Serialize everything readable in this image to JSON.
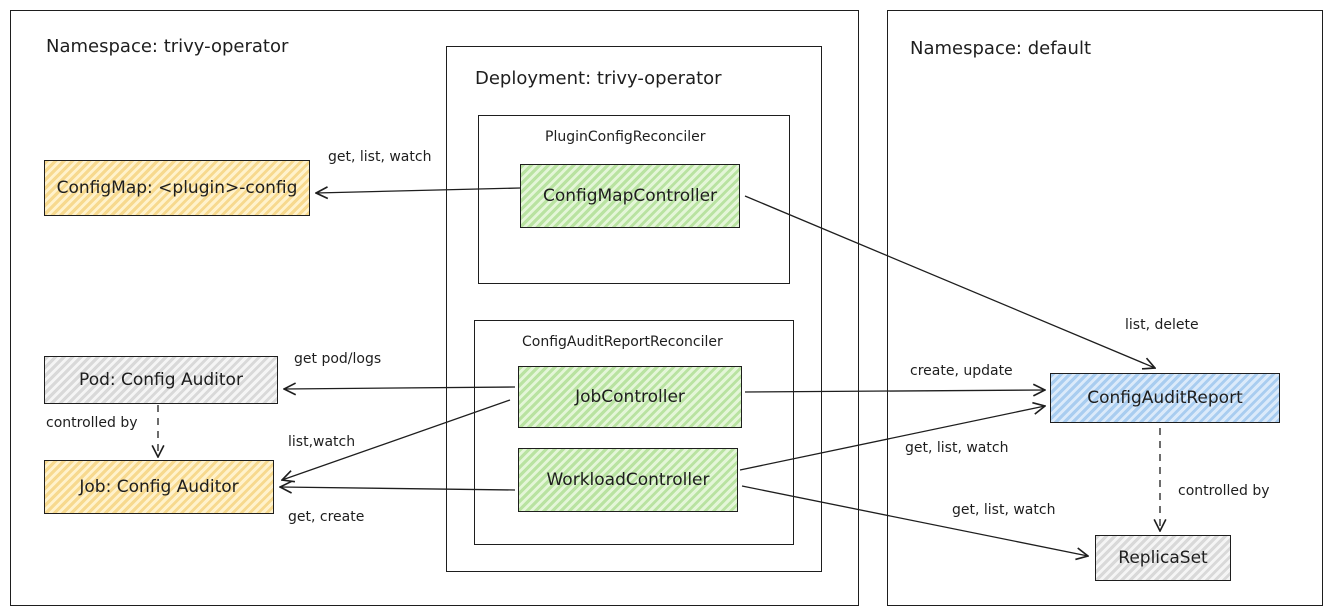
{
  "namespaces": {
    "trivy_operator": "Namespace: trivy-operator",
    "default": "Namespace: default"
  },
  "deployment": {
    "title": "Deployment: trivy-operator"
  },
  "reconcilers": {
    "plugin_config": "PluginConfigReconciler",
    "config_audit_report": "ConfigAuditReportReconciler"
  },
  "nodes": {
    "configmap": "ConfigMap: <plugin>-config",
    "configmap_controller": "ConfigMapController",
    "pod": "Pod: Config Auditor",
    "job": "Job: Config Auditor",
    "job_controller": "JobController",
    "workload_controller": "WorkloadController",
    "config_audit_report": "ConfigAuditReport",
    "replicaset": "ReplicaSet"
  },
  "edges": {
    "configmap_get_list_watch": "get, list, watch",
    "pod_get_logs": "get pod/logs",
    "pod_controlled_by": "controlled by",
    "job_list_watch": "list,watch",
    "job_get_create": "get, create",
    "report_list_delete": "list, delete",
    "report_create_update": "create, update",
    "report_get_list_watch": "get, list, watch",
    "replicaset_get_list_watch": "get, list, watch",
    "replicaset_controlled_by": "controlled by"
  },
  "colors": {
    "stroke": "#1e1e1e",
    "configmap_fill": "#ffec99",
    "controller_fill": "#b2f2bb",
    "report_fill": "#a5d8ff",
    "neutral_fill": "#e9ecef"
  }
}
